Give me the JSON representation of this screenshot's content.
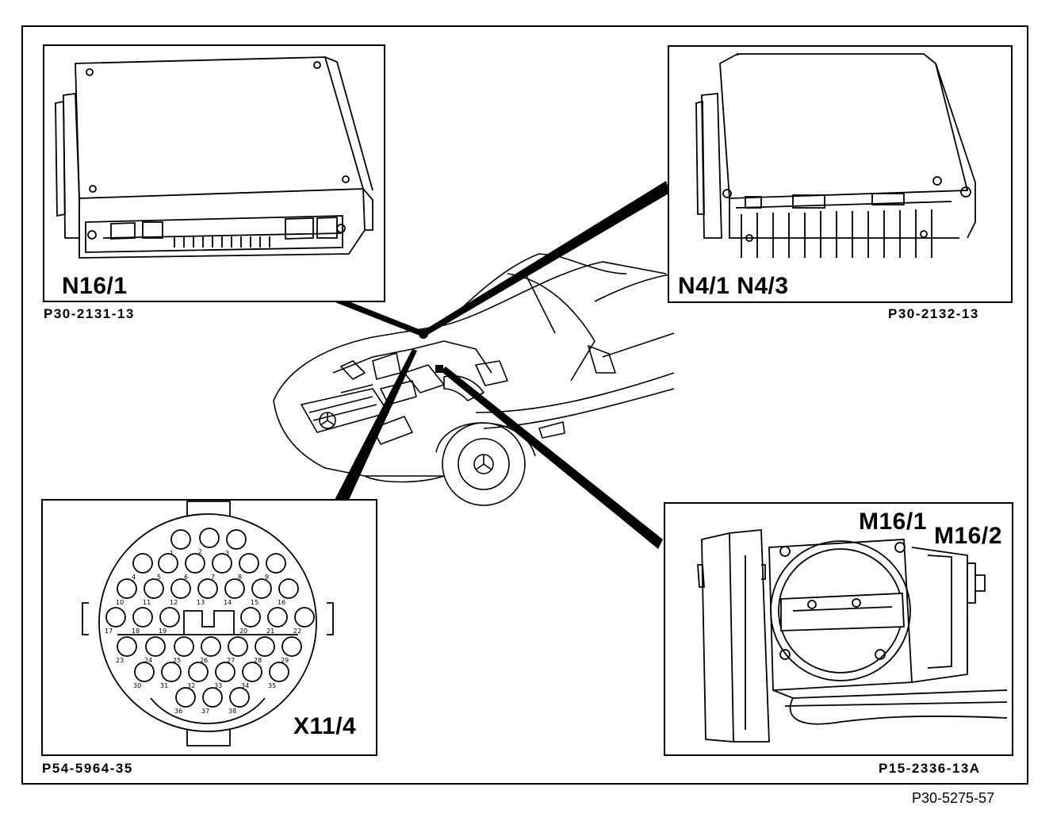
{
  "panels": {
    "top_left": {
      "component_label": "N16/1",
      "figure_ref": "P30-2131-13"
    },
    "top_right": {
      "component_label": "N4/1 N4/3",
      "figure_ref": "P30-2132-13"
    },
    "bottom_left": {
      "component_label": "X11/4",
      "figure_ref": "P54-5964-35",
      "pin_numbers": [
        "1",
        "2",
        "3",
        "4",
        "5",
        "6",
        "7",
        "8",
        "9",
        "10",
        "11",
        "12",
        "13",
        "14",
        "15",
        "16",
        "17",
        "18",
        "19",
        "20",
        "21",
        "22",
        "23",
        "24",
        "25",
        "26",
        "27",
        "28",
        "29",
        "30",
        "31",
        "32",
        "33",
        "34",
        "35",
        "36",
        "37",
        "38"
      ]
    },
    "bottom_right": {
      "component_label_1": "M16/1",
      "component_label_2": "M16/2",
      "figure_ref": "P15-2336-13A"
    }
  },
  "figure_id": "P30-5275-57"
}
